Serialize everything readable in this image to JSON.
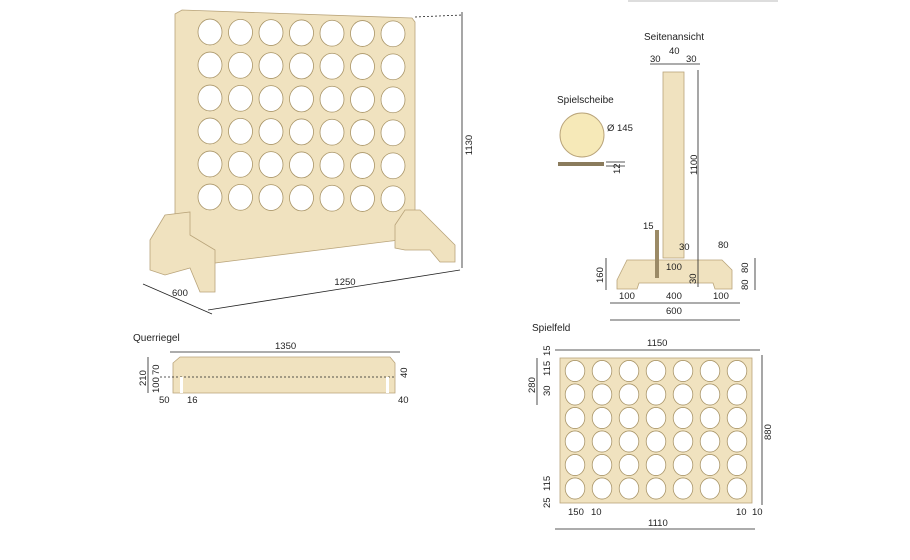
{
  "perspective": {
    "height": "1130",
    "width": "1250",
    "depth": "600"
  },
  "side_view": {
    "title": "Seitenansicht",
    "top_left": "30",
    "top_mid": "40",
    "top_right": "30",
    "post_height": "1100",
    "slot": "15",
    "post_offset": "30",
    "inner": "100",
    "notch": "30",
    "foot_top": "80",
    "foot_upper": "80",
    "foot_lower": "80",
    "foot_height": "160",
    "base_left": "100",
    "base_mid": "400",
    "base_right": "100",
    "base_total": "600"
  },
  "disc": {
    "title": "Spielscheibe",
    "diameter": "Ø 145",
    "thickness": "12"
  },
  "crossbar": {
    "title": "Querriegel",
    "length": "1350",
    "height": "210",
    "lower": "100",
    "upper": "70",
    "chamfer": "40",
    "slot_offset": "50",
    "slot_width": "16",
    "end": "40"
  },
  "field": {
    "title": "Spielfeld",
    "width": "1150",
    "top_margin": "15",
    "hole_pitch_top": "115",
    "block_280": "280",
    "gap": "30",
    "height": "880",
    "hole_pitch_bottom": "115",
    "bottom_margin": "25",
    "first_col": "150",
    "strip_left": "10",
    "strip_right_a": "10",
    "strip_right_b": "10",
    "inner_width": "1110"
  },
  "colors": {
    "wood": "#f0e2bf",
    "wood_dark": "#e2cfa2"
  }
}
